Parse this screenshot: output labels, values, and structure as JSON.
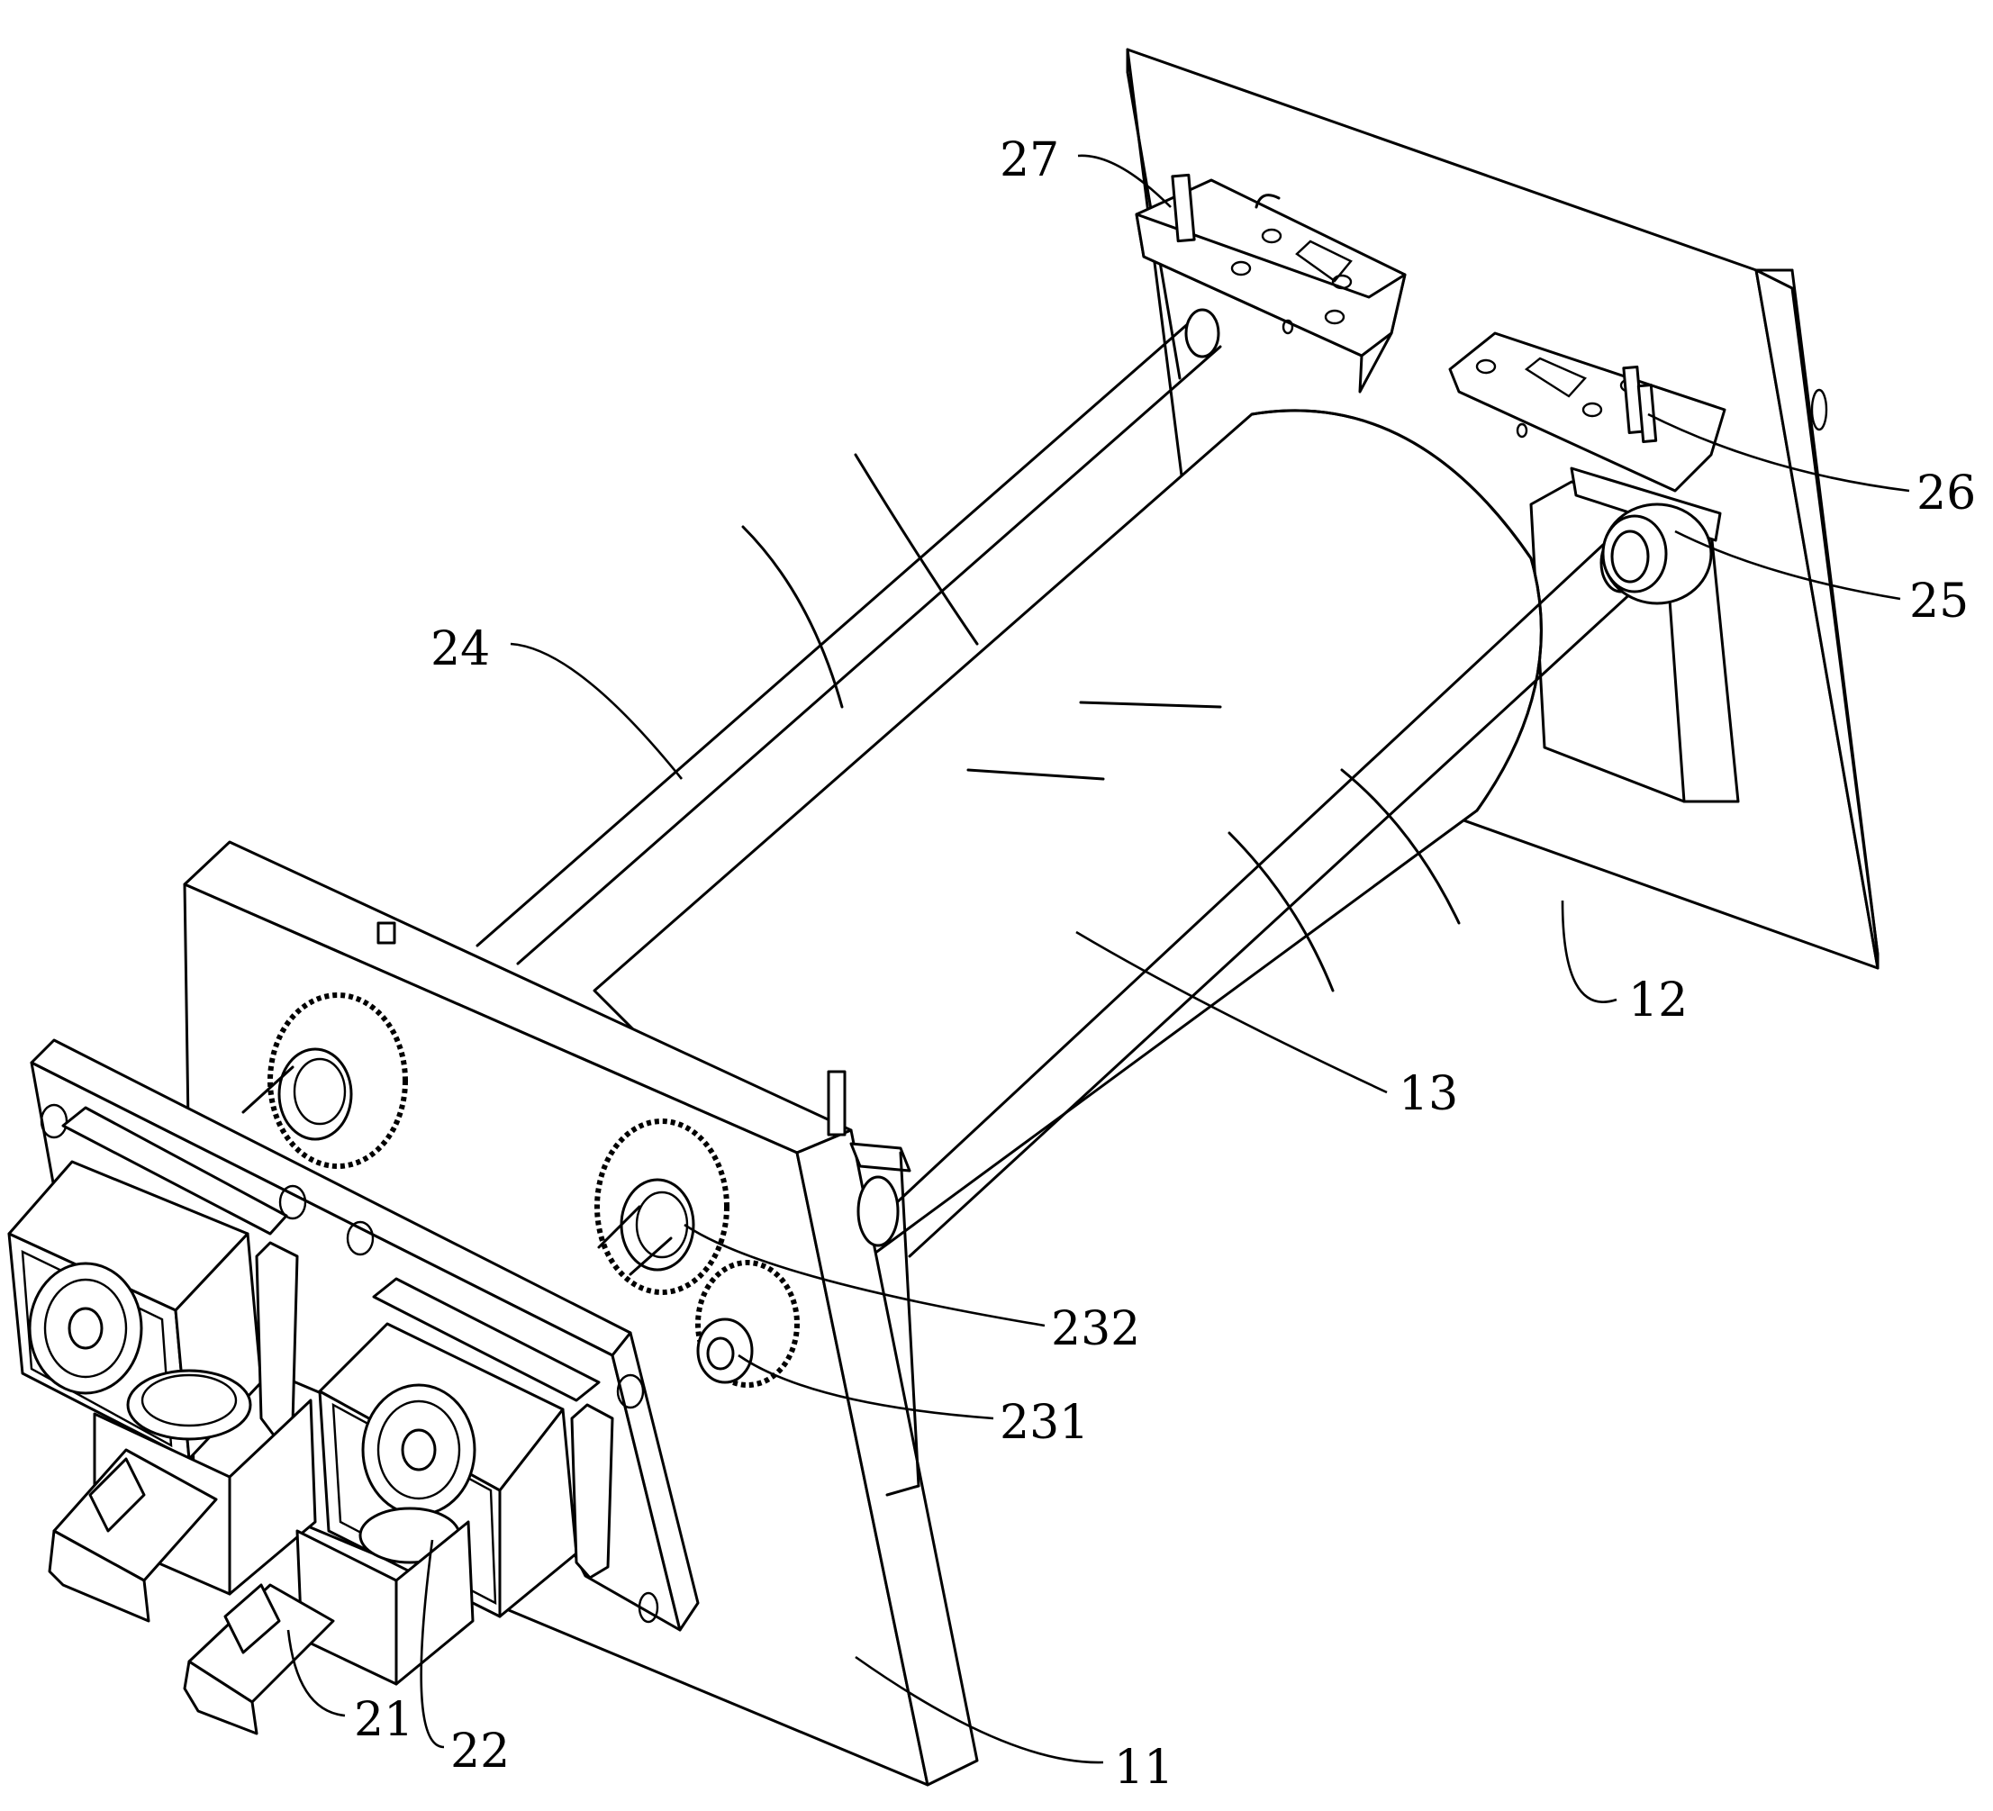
{
  "figure": {
    "type": "patent-mechanical-drawing",
    "view": "isometric",
    "line_color": "#000000",
    "background": "#ffffff"
  },
  "labels": [
    {
      "id": "27",
      "text": "27",
      "part": "locating-pin"
    },
    {
      "id": "26",
      "text": "26",
      "part": "locating-pin"
    },
    {
      "id": "25",
      "text": "25",
      "part": "bearing-seat"
    },
    {
      "id": "24",
      "text": "24",
      "part": "guide-rod"
    },
    {
      "id": "12",
      "text": "12",
      "part": "right-end-plate"
    },
    {
      "id": "13",
      "text": "13",
      "part": "drum"
    },
    {
      "id": "232",
      "text": "232",
      "part": "driven-gear"
    },
    {
      "id": "231",
      "text": "231",
      "part": "drive-gear"
    },
    {
      "id": "21",
      "text": "21",
      "part": "motor"
    },
    {
      "id": "22",
      "text": "22",
      "part": "reducer"
    },
    {
      "id": "11",
      "text": "11",
      "part": "left-end-plate"
    }
  ]
}
